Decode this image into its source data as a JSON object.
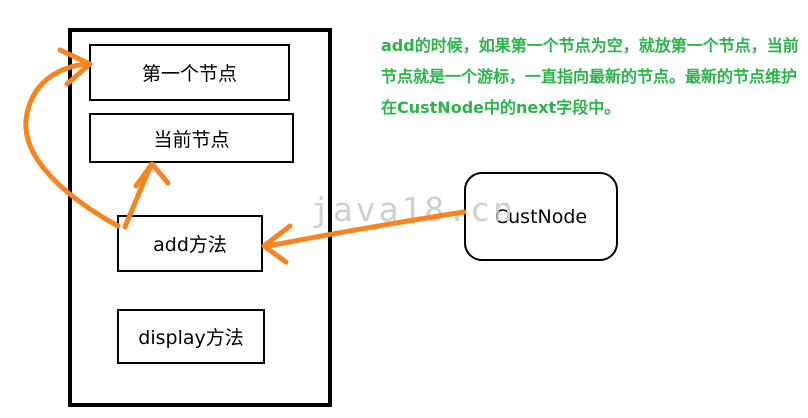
{
  "colors": {
    "arrow": "#f7841e",
    "note_text": "#2cb34a",
    "watermark": "#c8c8c8"
  },
  "diagram": {
    "nodes": {
      "first_node": "第一个节点",
      "current_node": "当前节点",
      "add_method": "add方法",
      "display_method": "display方法",
      "cust_node": "CustNode"
    },
    "note": "add的时候，如果第一个节点为空，就放第一个节点，当前节点就是一个游标，一直指向最新的节点。最新的节点维护在CustNode中的next字段中。",
    "watermark": "java18.cn"
  }
}
